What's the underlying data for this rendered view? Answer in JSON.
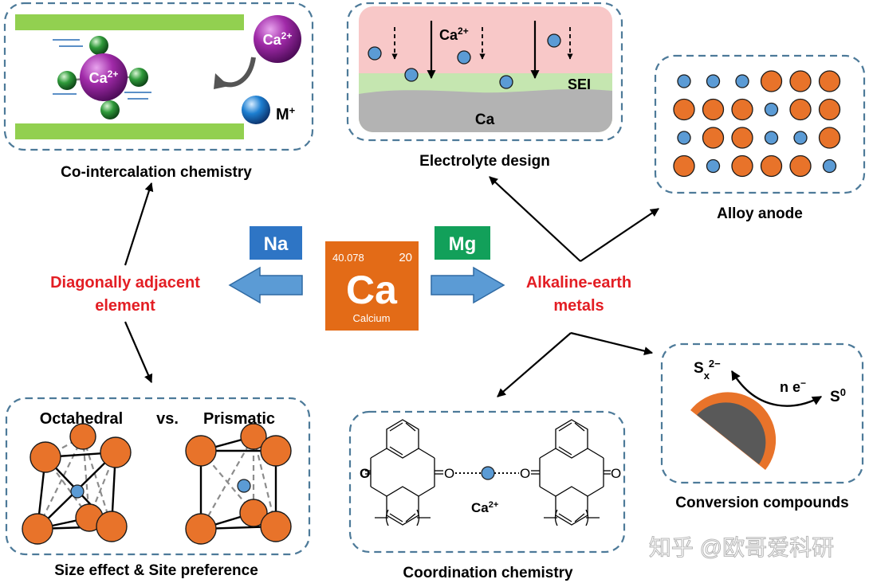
{
  "colors": {
    "center_red": "#e31e24",
    "panel_border": "#4d7a99",
    "graphene_green": "#92d050",
    "calcium_orange": "#e8732a",
    "ion_blue": "#5b9bd5",
    "na_box": "#2e75c5",
    "mg_box": "#12a05a",
    "element_tile": "#e36b17",
    "electrolyte_pink": "#f8c8c8",
    "sei_green": "#c5e6b0",
    "ca_metal_gray": "#b3b3b3"
  },
  "center": {
    "element": {
      "atomic_mass": "40.078",
      "atomic_number": "20",
      "symbol": "Ca",
      "name": "Calcium"
    },
    "na_label": "Na",
    "mg_label": "Mg",
    "left_label_line1": "Diagonally adjacent",
    "left_label_line2": "element",
    "right_label_line1": "Alkaline-earth",
    "right_label_line2": "metals"
  },
  "panels": {
    "co_intercalation": {
      "caption": "Co-intercalation chemistry",
      "ion_base": "Ca",
      "ion_charge": "2+",
      "m_base": "M",
      "m_charge": "+"
    },
    "electrolyte": {
      "caption": "Electrolyte design",
      "ion_base": "Ca",
      "ion_charge": "2+",
      "sei_label": "SEI",
      "metal_label": "Ca"
    },
    "alloy": {
      "caption": "Alloy anode"
    },
    "size_effect": {
      "caption": "Size effect & Site preference",
      "octahedral": "Octahedral",
      "vs": "vs.",
      "prismatic": "Prismatic"
    },
    "coordination": {
      "caption": "Coordination chemistry",
      "ion_base": "Ca",
      "ion_charge": "2+",
      "oxygen": "O"
    },
    "conversion": {
      "caption": "Conversion compounds",
      "sx_base": "S",
      "sx_sub": "x",
      "sx_charge": "2−",
      "electrons": "n e",
      "electron_charge": "−",
      "s0_base": "S",
      "s0_sup": "0"
    }
  },
  "watermark": "知乎 @欧哥爱科研"
}
